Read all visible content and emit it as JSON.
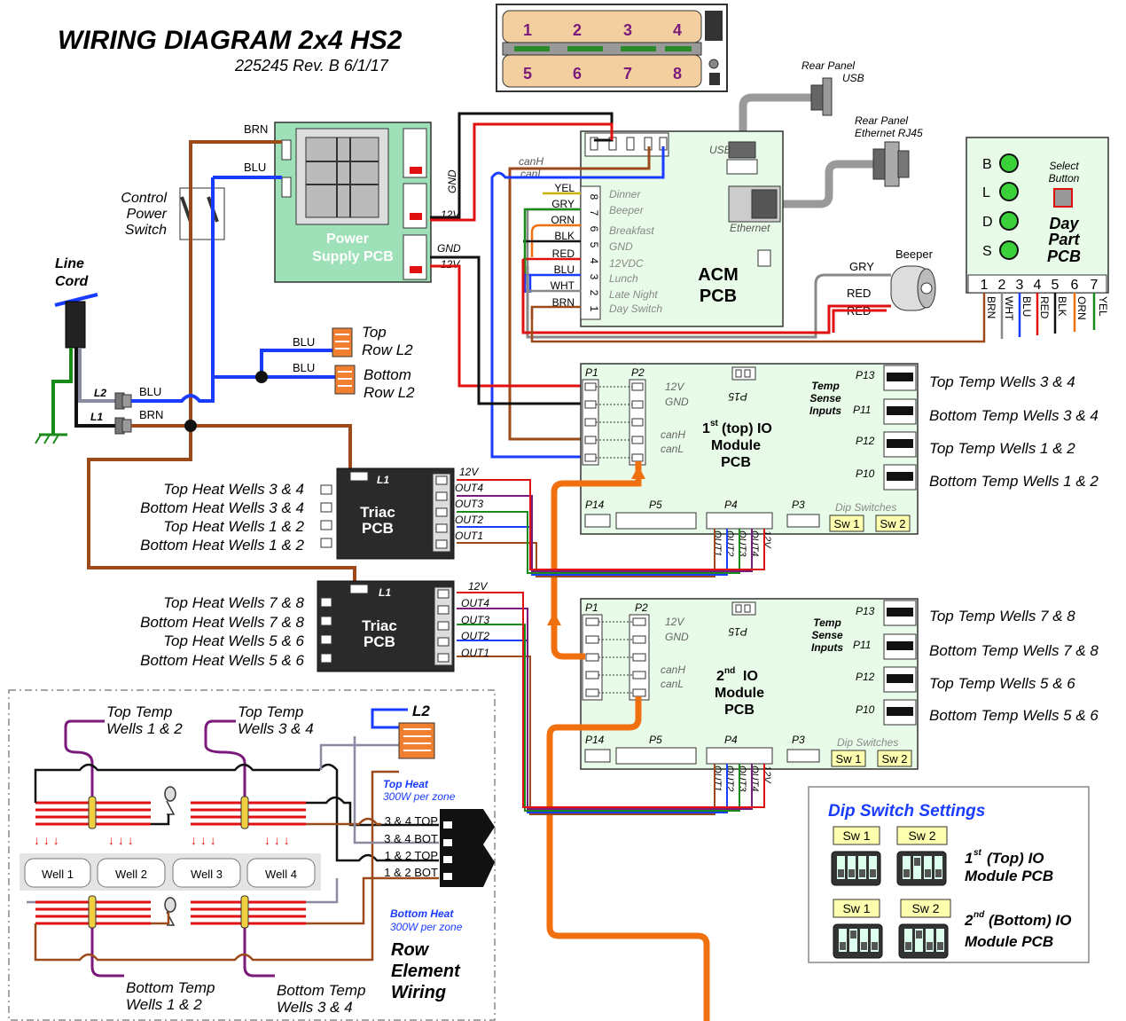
{
  "header": {
    "title": "WIRING DIAGRAM 2x4 HS2",
    "subtitle": "225245 Rev. B 6/1/17"
  },
  "keypad_numbers": [
    "1",
    "2",
    "3",
    "4",
    "5",
    "6",
    "7",
    "8"
  ],
  "rear_panel": {
    "usb": [
      "Rear Panel",
      "USB"
    ],
    "ethernet": [
      "Rear Panel",
      "Ethernet RJ45"
    ]
  },
  "power_supply": {
    "title": [
      "Power",
      "Supply PCB"
    ],
    "wire_brn": "BRN",
    "wire_blu": "BLU",
    "gnd": "GND",
    "v12": "12V"
  },
  "control_switch": [
    "Control",
    "Power",
    "Switch"
  ],
  "line_cord": {
    "title": [
      "Line",
      "Cord"
    ],
    "l2": "L2",
    "l1": "L1",
    "blu": "BLU",
    "brn": "BRN"
  },
  "row_l2": {
    "top": [
      "Top",
      "Row L2"
    ],
    "bottom": [
      "Bottom",
      "Row L2"
    ],
    "blu": "BLU"
  },
  "acm": {
    "title": [
      "ACM",
      "PCB"
    ],
    "usb": "USB",
    "ethernet": "Ethernet",
    "canh": "canH",
    "canl": "canL",
    "gnd": "GND",
    "connector_numbers": [
      "8",
      "7",
      "6",
      "5",
      "4",
      "3",
      "2",
      "1"
    ],
    "wire_colors": [
      "YEL",
      "GRY",
      "ORN",
      "BLK",
      "RED",
      "BLU",
      "WHT",
      "BRN"
    ],
    "functions": [
      "Dinner",
      "Beeper",
      "Breakfast",
      "GND",
      "12VDC",
      "Lunch",
      "Late Night",
      "Day Switch"
    ]
  },
  "beeper": {
    "title": "Beeper",
    "gry": "GRY",
    "red": "RED",
    "red2": "RED"
  },
  "day_part": {
    "title": [
      "Day",
      "Part",
      "PCB"
    ],
    "leds": [
      "B",
      "L",
      "D",
      "S"
    ],
    "select": [
      "Select",
      "Button"
    ],
    "pins": [
      "1",
      "2",
      "3",
      "4",
      "5",
      "6",
      "7"
    ],
    "wires": [
      "BRN",
      "WHT",
      "BLU",
      "RED",
      "BLK",
      "ORN",
      "YEL"
    ]
  },
  "io1": {
    "title": [
      "(top) IO",
      "Module",
      "PCB"
    ],
    "num": "1",
    "sup": "st",
    "p1": "P1",
    "p2": "P2",
    "p15": "P15",
    "v12": "12V",
    "gnd": "GND",
    "canh": "canH",
    "canl": "canL",
    "temp": [
      "Temp",
      "Sense",
      "Inputs"
    ],
    "p13": "P13",
    "p11": "P11",
    "p12": "P12",
    "p10": "P10",
    "p14": "P14",
    "p5": "P5",
    "p4": "P4",
    "p3": "P3",
    "dip": "Dip Switches",
    "sw1": "Sw 1",
    "sw2": "Sw 2",
    "outs": [
      "OUT1",
      "OUT2",
      "OUT3",
      "OUT4",
      "12V"
    ]
  },
  "io2": {
    "title": [
      "IO",
      "Module",
      "PCB"
    ],
    "num": "2",
    "sup": "nd",
    "p1": "P1",
    "p2": "P2",
    "p15": "P15",
    "v12": "12V",
    "gnd": "GND",
    "canh": "canH",
    "canl": "canL",
    "temp": [
      "Temp",
      "Sense",
      "Inputs"
    ],
    "p13": "P13",
    "p11": "P11",
    "p12": "P12",
    "p10": "P10",
    "p14": "P14",
    "p5": "P5",
    "p4": "P4",
    "p3": "P3",
    "dip": "Dip Switches",
    "sw1": "Sw 1",
    "sw2": "Sw 2",
    "outs": [
      "OUT1",
      "OUT2",
      "OUT3",
      "OUT4",
      "12V"
    ]
  },
  "temp_wells_1": [
    "Top Temp Wells 3 & 4",
    "Bottom Temp Wells 3 & 4",
    "Top Temp Wells 1 & 2",
    "Bottom Temp Wells 1 & 2"
  ],
  "temp_wells_2": [
    "Top Temp Wells 7 & 8",
    "Bottom Temp Wells 7 & 8",
    "Top Temp Wells 5 & 6",
    "Bottom Temp Wells 5 & 6"
  ],
  "triac1": {
    "title": [
      "Triac",
      "PCB"
    ],
    "l1": "L1",
    "labels": [
      "Top Heat Wells 3 & 4",
      "Bottom Heat Wells 3 & 4",
      "Top Heat Wells 1 & 2",
      "Bottom Heat Wells 1 & 2"
    ],
    "outs": [
      "12V",
      "OUT4",
      "OUT3",
      "OUT2",
      "OUT1"
    ]
  },
  "triac2": {
    "title": [
      "Triac",
      "PCB"
    ],
    "l1": "L1",
    "labels": [
      "Top Heat Wells 7 & 8",
      "Bottom Heat Wells 7 & 8",
      "Top Heat Wells 5 & 6",
      "Bottom Heat Wells 5 & 6"
    ],
    "outs": [
      "12V",
      "OUT4",
      "OUT3",
      "OUT2",
      "OUT1"
    ]
  },
  "row_wiring": {
    "top_temp_12": [
      "Top Temp",
      "Wells 1 & 2"
    ],
    "top_temp_34": [
      "Top Temp",
      "Wells 3 & 4"
    ],
    "bottom_temp_12": [
      "Bottom Temp",
      "Wells 1 & 2"
    ],
    "bottom_temp_34": [
      "Bottom Temp",
      "Wells 3 & 4"
    ],
    "l2": "L2",
    "top_heat": [
      "Top Heat",
      "300W per zone"
    ],
    "bottom_heat": [
      "Bottom Heat",
      "300W per zone"
    ],
    "connector_labels": [
      "3 & 4 TOP",
      "3 & 4 BOT",
      "1 & 2 TOP",
      "1 & 2 BOT"
    ],
    "wells": [
      "Well 1",
      "Well 2",
      "Well 3",
      "Well 4"
    ],
    "title": [
      "Row",
      "Element",
      "Wiring"
    ]
  },
  "dip_settings": {
    "title": "Dip Switch Settings",
    "sw1": "Sw 1",
    "sw2": "Sw 2",
    "first": [
      "(Top) IO",
      "Module PCB"
    ],
    "first_num": "1",
    "first_sup": "st",
    "second": [
      "(Bottom) IO",
      "Module PCB"
    ],
    "second_num": "2",
    "second_sup": "nd"
  },
  "colors": {
    "brown": "#9c4a1a",
    "blue": "#1a3cff",
    "red": "#e01010",
    "orange": "#f07010",
    "green": "#1a8a1a",
    "purple": "#7a1a7a",
    "gray": "#8a8aa0",
    "board_green": "#e8fbe8",
    "psu_green": "#9ee0b8"
  }
}
